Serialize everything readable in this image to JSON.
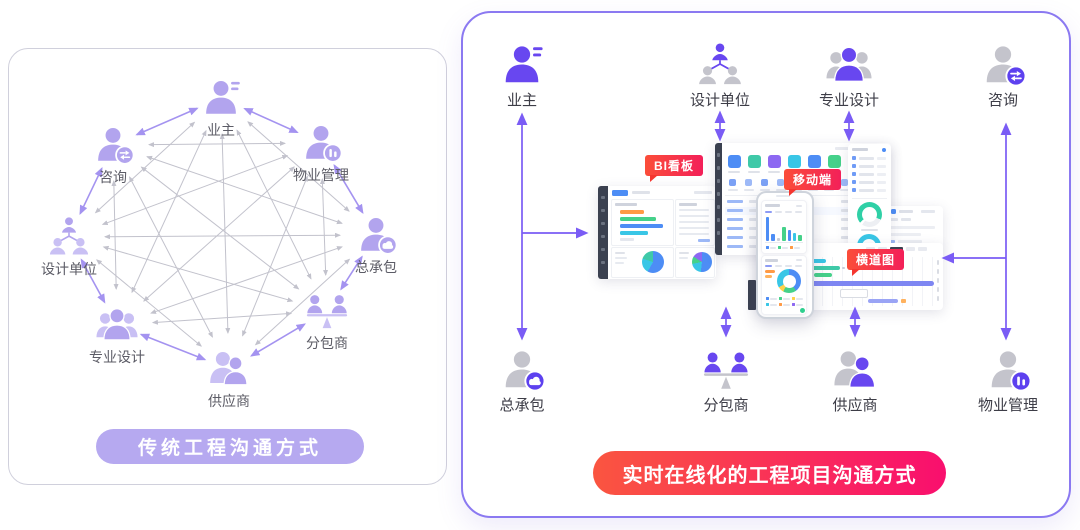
{
  "left_panel": {
    "caption": "传统工程沟通方式",
    "roles": [
      {
        "label": "业主",
        "icon": "person-speak-icon"
      },
      {
        "label": "物业管理",
        "icon": "person-stats-icon"
      },
      {
        "label": "总承包",
        "icon": "person-cloud-icon"
      },
      {
        "label": "分包商",
        "icon": "people-scale-icon"
      },
      {
        "label": "供应商",
        "icon": "people-pair-icon"
      },
      {
        "label": "专业设计",
        "icon": "people-group-icon"
      },
      {
        "label": "设计单位",
        "icon": "people-hierarchy-icon"
      },
      {
        "label": "咨询",
        "icon": "person-exchange-icon"
      }
    ]
  },
  "right_panel": {
    "caption": "实时在线化的工程项目沟通方式",
    "top_roles": [
      {
        "label": "业主",
        "icon": "person-speak-icon"
      },
      {
        "label": "设计单位",
        "icon": "people-hierarchy-icon"
      },
      {
        "label": "专业设计",
        "icon": "people-group-icon"
      },
      {
        "label": "咨询",
        "icon": "person-exchange-icon"
      }
    ],
    "bottom_roles": [
      {
        "label": "总承包",
        "icon": "person-cloud-icon"
      },
      {
        "label": "分包商",
        "icon": "people-scale-icon"
      },
      {
        "label": "供应商",
        "icon": "people-pair-icon"
      },
      {
        "label": "物业管理",
        "icon": "person-stats-icon"
      }
    ],
    "callouts": [
      {
        "label": "BI看板"
      },
      {
        "label": "移动端"
      },
      {
        "label": "横道图"
      }
    ]
  },
  "colors": {
    "accent_purple": "#6847f0",
    "light_purple": "#b2a4ee",
    "light_purple_secondary": "#c9c0f4",
    "badge_purple": "#5d41ef",
    "icon_gray": "#c4c4cc",
    "arrow_purple": "#7a5cf5",
    "mesh_gray": "#c2c2cc",
    "mesh_purple": "#a493f0",
    "left_pill": "#b6a9f0",
    "right_pill_start": "#fa5540",
    "right_pill_end": "#f90f6e",
    "callout_start": "#fb4d39",
    "callout_end": "#f32059",
    "panel_border_left": "#d0d0dc",
    "panel_border_right": "#8b79f1",
    "dashboard_palette": [
      "#4d8df5",
      "#3fc9a8",
      "#8d68f2",
      "#39c6e6",
      "#45d18a",
      "#ff9a45",
      "#7e86f2",
      "#2fd0a6"
    ]
  }
}
